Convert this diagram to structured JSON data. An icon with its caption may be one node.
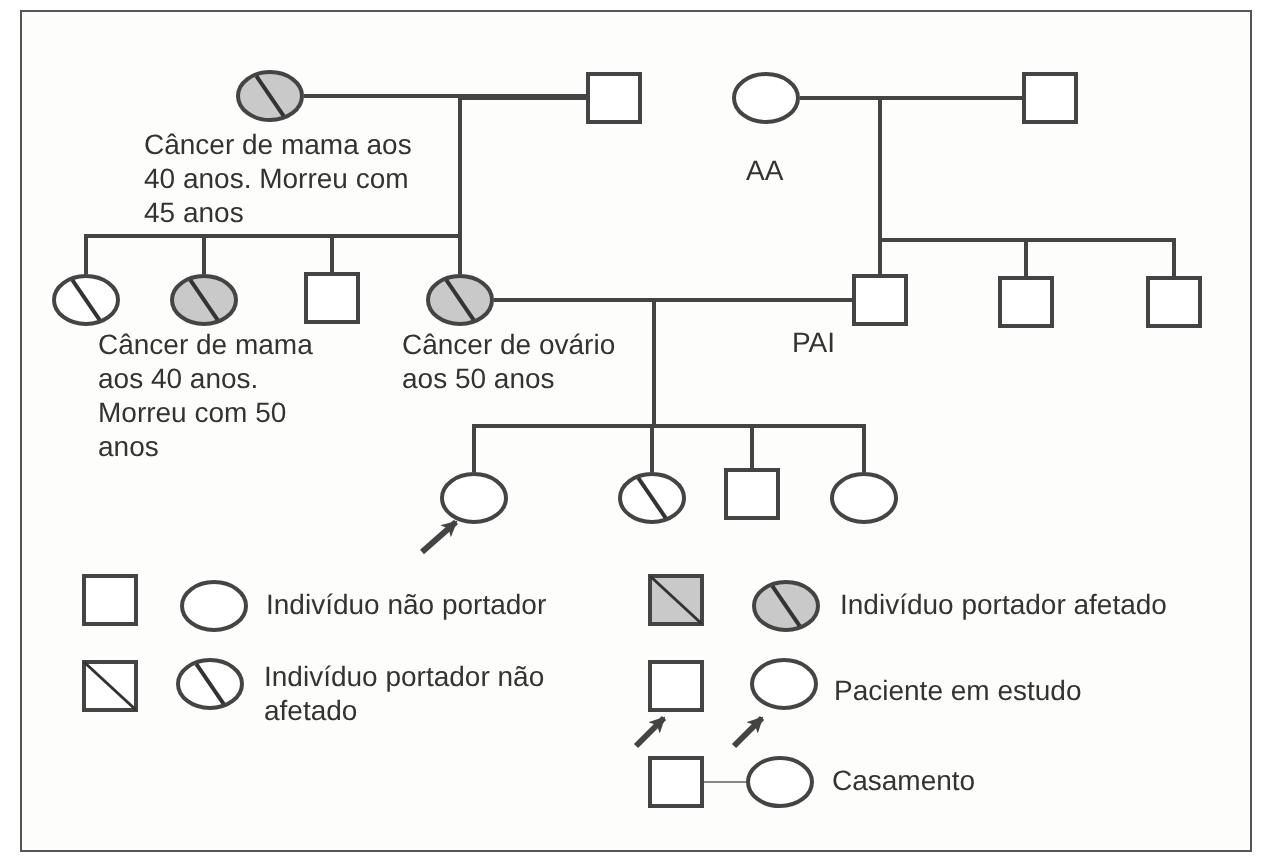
{
  "diagram": {
    "nodes": [
      {
        "text": [],
        "shape": "circle",
        "beside": [
          "Câncer de mama aos 40 anos. Morreu com 45 anos"
        ]
      },
      {
        "text": [],
        "shape": "box"
      },
      {
        "text": [],
        "shape": "circle",
        "beside": [
          "AA"
        ]
      },
      {
        "text": [],
        "shape": "box"
      },
      {
        "text": [],
        "shape": "circle"
      },
      {
        "text": [],
        "shape": "circle",
        "beside": [
          "Câncer de mama aos 40 anos. Morreu com 50 anos"
        ]
      },
      {
        "text": [],
        "shape": "box"
      },
      {
        "text": [],
        "shape": "circle",
        "beside": [
          "Câncer de ovário aos 50 anos"
        ]
      },
      {
        "text": [],
        "shape": "box",
        "beside": [
          "PAI"
        ]
      },
      {
        "text": [],
        "shape": "box"
      },
      {
        "text": [],
        "shape": "box"
      },
      {
        "text": [],
        "shape": "circle"
      },
      {
        "text": [],
        "shape": "circle"
      },
      {
        "text": [],
        "shape": "box"
      },
      {
        "text": [],
        "shape": "circle"
      }
    ],
    "edges": [
      {
        "from": 0,
        "to": 1,
        "arrow": "none"
      },
      {
        "from": 0,
        "to": 4,
        "arrow": "none"
      },
      {
        "from": 1,
        "to": 4,
        "arrow": "none"
      },
      {
        "from": 0,
        "to": 5,
        "arrow": "none"
      },
      {
        "from": 1,
        "to": 5,
        "arrow": "none"
      },
      {
        "from": 0,
        "to": 6,
        "arrow": "none"
      },
      {
        "from": 1,
        "to": 6,
        "arrow": "none"
      },
      {
        "from": 0,
        "to": 7,
        "arrow": "none"
      },
      {
        "from": 1,
        "to": 7,
        "arrow": "none"
      },
      {
        "from": 2,
        "to": 3,
        "arrow": "none"
      },
      {
        "from": 2,
        "to": 8,
        "arrow": "none"
      },
      {
        "from": 3,
        "to": 8,
        "arrow": "none"
      },
      {
        "from": 2,
        "to": 9,
        "arrow": "none"
      },
      {
        "from": 3,
        "to": 9,
        "arrow": "none"
      },
      {
        "from": 2,
        "to": 10,
        "arrow": "none"
      },
      {
        "from": 3,
        "to": 10,
        "arrow": "none"
      },
      {
        "from": 7,
        "to": 8,
        "arrow": "none"
      },
      {
        "from": 7,
        "to": 11,
        "arrow": "none"
      },
      {
        "from": 8,
        "to": 11,
        "arrow": "none"
      },
      {
        "from": 7,
        "to": 12,
        "arrow": "none"
      },
      {
        "from": 8,
        "to": 12,
        "arrow": "none"
      },
      {
        "from": 7,
        "to": 13,
        "arrow": "none"
      },
      {
        "from": 8,
        "to": 13,
        "arrow": "none"
      },
      {
        "from": 7,
        "to": 14,
        "arrow": "none"
      },
      {
        "from": 8,
        "to": 14,
        "arrow": "none"
      },
      {
        "from": null,
        "to": 11,
        "arrow": "to"
      }
    ],
    "legend": [
      {
        "text": "Indivíduo não portador"
      },
      {
        "text": "Indivíduo portador afetado"
      },
      {
        "text": "Indivíduo portador não afetado"
      },
      {
        "text": "Paciente em estudo"
      },
      {
        "text": "Casamento"
      }
    ]
  }
}
